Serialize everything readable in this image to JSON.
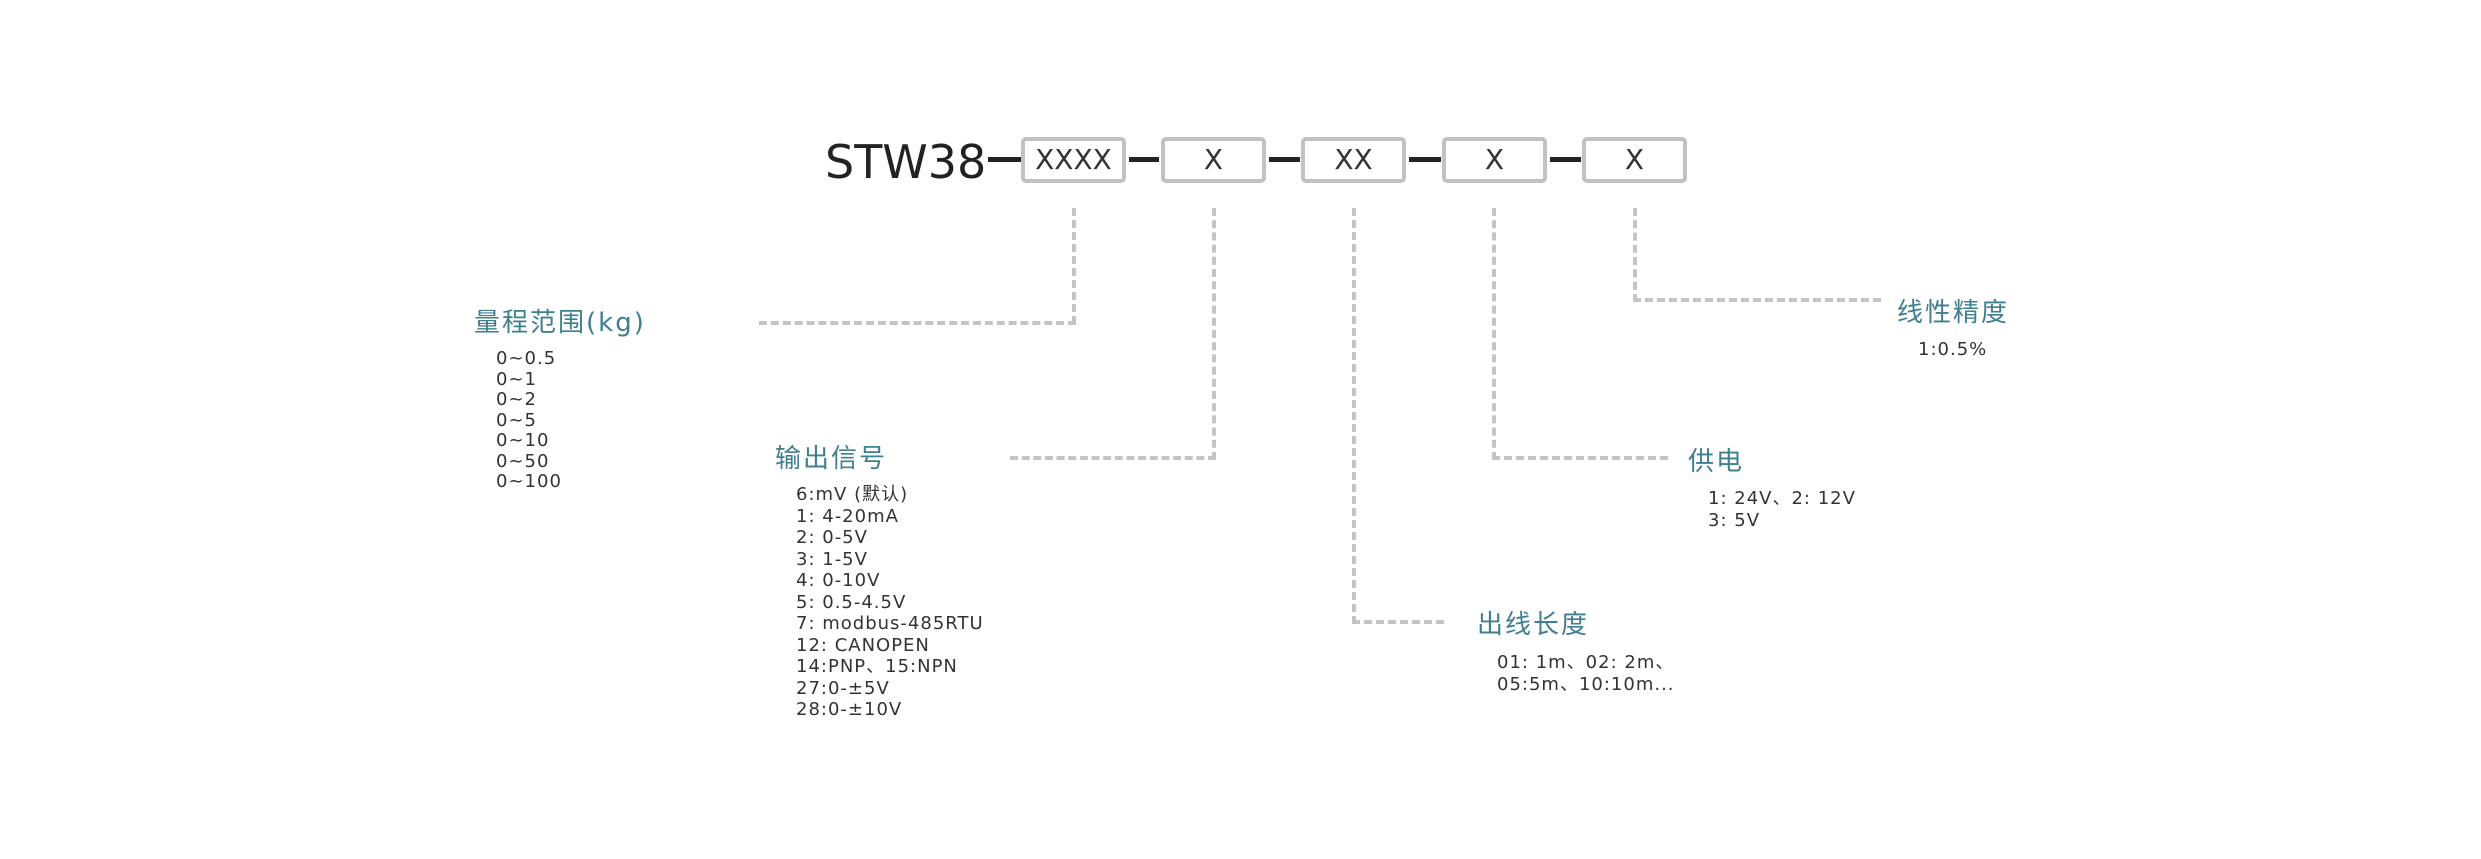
{
  "model": {
    "prefix": "STW38",
    "segments": [
      {
        "code": "XXXX"
      },
      {
        "code": "X"
      },
      {
        "code": "XX"
      },
      {
        "code": "X"
      },
      {
        "code": "X"
      }
    ]
  },
  "groups": {
    "range": {
      "title": "量程范围(kg)",
      "options": [
        "0~0.5",
        "0~1",
        "0~2",
        "0~5",
        "0~10",
        "0~50",
        "0~100"
      ]
    },
    "output": {
      "title": "输出信号",
      "options": [
        "6:mV (默认)",
        "1: 4-20mA",
        "2: 0-5V",
        "3: 1-5V",
        "4: 0-10V",
        "5: 0.5-4.5V",
        "7: modbus-485RTU",
        "12: CANOPEN",
        "14:PNP、15:NPN",
        "27:0-±5V",
        "28:0-±10V"
      ]
    },
    "cable": {
      "title": "出线长度",
      "options": [
        "01: 1m、02: 2m、",
        "05:5m、10:10m..."
      ]
    },
    "power": {
      "title": "供电",
      "options": [
        "1: 24V、2: 12V",
        "3: 5V"
      ]
    },
    "accuracy": {
      "title": "线性精度",
      "options": [
        "1:0.5%"
      ]
    }
  },
  "colors": {
    "title_accent": "#3f7f8f",
    "box_border": "#c2c2c2",
    "leader_line": "#c4c4c4",
    "text": "#333333"
  }
}
